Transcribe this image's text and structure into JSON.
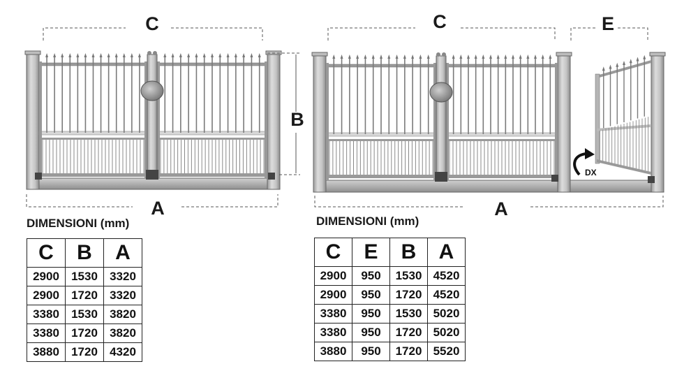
{
  "labels": {
    "left_c": "C",
    "left_b": "B",
    "left_a": "A",
    "right_c": "C",
    "right_e": "E",
    "right_a": "A",
    "dx": "DX"
  },
  "left_table": {
    "caption": "DIMENSIONI (mm)",
    "headers": [
      "C",
      "B",
      "A"
    ],
    "rows": [
      [
        "2900",
        "1530",
        "3320"
      ],
      [
        "2900",
        "1720",
        "3320"
      ],
      [
        "3380",
        "1530",
        "3820"
      ],
      [
        "3380",
        "1720",
        "3820"
      ],
      [
        "3880",
        "1720",
        "4320"
      ]
    ]
  },
  "right_table": {
    "caption": "DIMENSIONI (mm)",
    "headers": [
      "C",
      "E",
      "B",
      "A"
    ],
    "rows": [
      [
        "2900",
        "950",
        "1530",
        "4520"
      ],
      [
        "2900",
        "950",
        "1720",
        "4520"
      ],
      [
        "3380",
        "950",
        "1530",
        "5020"
      ],
      [
        "3380",
        "950",
        "1720",
        "5020"
      ],
      [
        "3880",
        "950",
        "1720",
        "5520"
      ]
    ]
  },
  "colors": {
    "post_fill": "#c9c9c9",
    "post_edge": "#6e6e6e",
    "bar": "#8a8a8a",
    "base": "#a8a8a8",
    "dim_line": "#555555",
    "knob": "#8d8d8d"
  }
}
